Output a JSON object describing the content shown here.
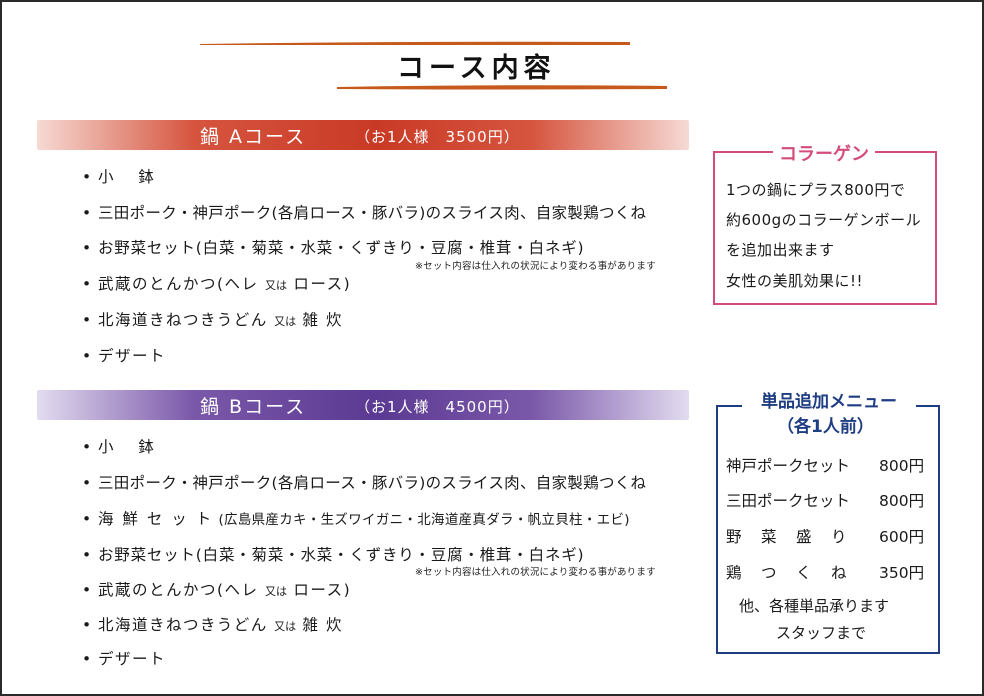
{
  "header": {
    "title": "コース内容"
  },
  "colors": {
    "brush": "#c55a1c",
    "course_a": "#c93a26",
    "course_b": "#5b3a93",
    "collagen": "#d44d7a",
    "extra": "#1e3d83"
  },
  "course_a": {
    "name": "鍋 Aコース",
    "price": "（お1人様　3500円）",
    "items": {
      "kobachi": "小　 鉢",
      "meat": "三田ポーク・神戸ポーク(各肩ロース・豚バラ)のスライス肉、自家製鶏つくね",
      "vegetables": "お野菜セット(白菜・菊菜・水菜・くずきり・豆腐・椎茸・白ネギ)",
      "vegetables_note": "※セット内容は仕入れの状況により変わる事があります",
      "tonkatsu_pre": "武蔵のとんかつ(ヘレ ",
      "tonkatsu_or": "又は",
      "tonkatsu_post": " ロース)",
      "udon_pre": "北海道きねつきうどん ",
      "udon_or": "又は",
      "udon_post": " 雑 炊",
      "dessert": "デザート"
    }
  },
  "course_b": {
    "name": "鍋 Bコース",
    "price": "（お1人様　4500円）",
    "items": {
      "kobachi": "小　 鉢",
      "meat": "三田ポーク・神戸ポーク(各肩ロース・豚バラ)のスライス肉、自家製鶏つくね",
      "seafood_label": "海 鮮 セ ッ ト",
      "seafood_detail": "(広島県産カキ・生ズワイガニ・北海道産真ダラ・帆立貝柱・エビ)",
      "vegetables": "お野菜セット(白菜・菊菜・水菜・くずきり・豆腐・椎茸・白ネギ)",
      "vegetables_note": "※セット内容は仕入れの状況により変わる事があります",
      "tonkatsu_pre": "武蔵のとんかつ(ヘレ ",
      "tonkatsu_or": "又は",
      "tonkatsu_post": " ロース)",
      "udon_pre": "北海道きねつきうどん ",
      "udon_or": "又は",
      "udon_post": " 雑 炊",
      "dessert": "デザート"
    }
  },
  "collagen": {
    "title": "コラーゲン",
    "lines": [
      "1つの鍋にプラス800円で",
      "約600gのコラーゲンボール",
      "を追加出来ます",
      "女性の美肌効果に!!"
    ]
  },
  "extra_menu": {
    "title": "単品追加メニュー",
    "subtitle": "（各1人前）",
    "items": [
      {
        "name": "神戸ポークセット",
        "price": "800円"
      },
      {
        "name": "三田ポークセット",
        "price": "800円"
      },
      {
        "name": "野　菜　盛　り",
        "price": "600円"
      },
      {
        "name": "鶏　つ　く　ね",
        "price": "350円"
      }
    ],
    "footer": [
      "他、各種単品承ります",
      "スタッフまで"
    ]
  }
}
